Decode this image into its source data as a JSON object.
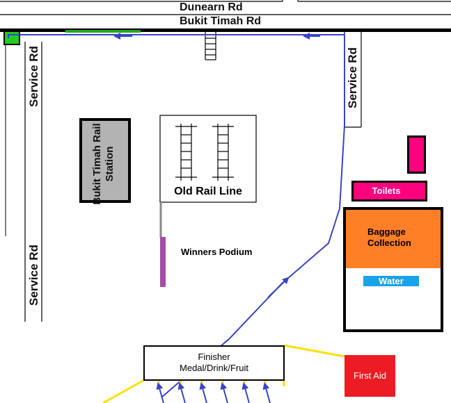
{
  "roads": {
    "dunearn": "Dunearn Rd",
    "bukit_timah": "Bukit Timah Rd",
    "service_left_top": "Service Rd",
    "service_left_bottom": "Service Rd",
    "service_right": "Service Rd"
  },
  "places": {
    "rail_station": "Bukit Timah Rail Station",
    "old_rail_line": "Old Rail Line",
    "winners_podium": "Winners Podium",
    "toilets": "Toilets",
    "baggage_collection": "Baggage Collection",
    "water": "Water",
    "finisher_line1": "Finisher",
    "finisher_line2": "Medal/Drink/Fruit",
    "first_aid": "First Aid"
  },
  "colors": {
    "route": "#3a43c8",
    "toilets": "#ff007f",
    "baggage": "#ff7f27",
    "water": "#1aa3e8",
    "first_aid": "#ed1c24",
    "podium": "#a64ca6",
    "station": "#b3b3b3",
    "connector": "#ffe000",
    "marker": "#22cc22"
  }
}
